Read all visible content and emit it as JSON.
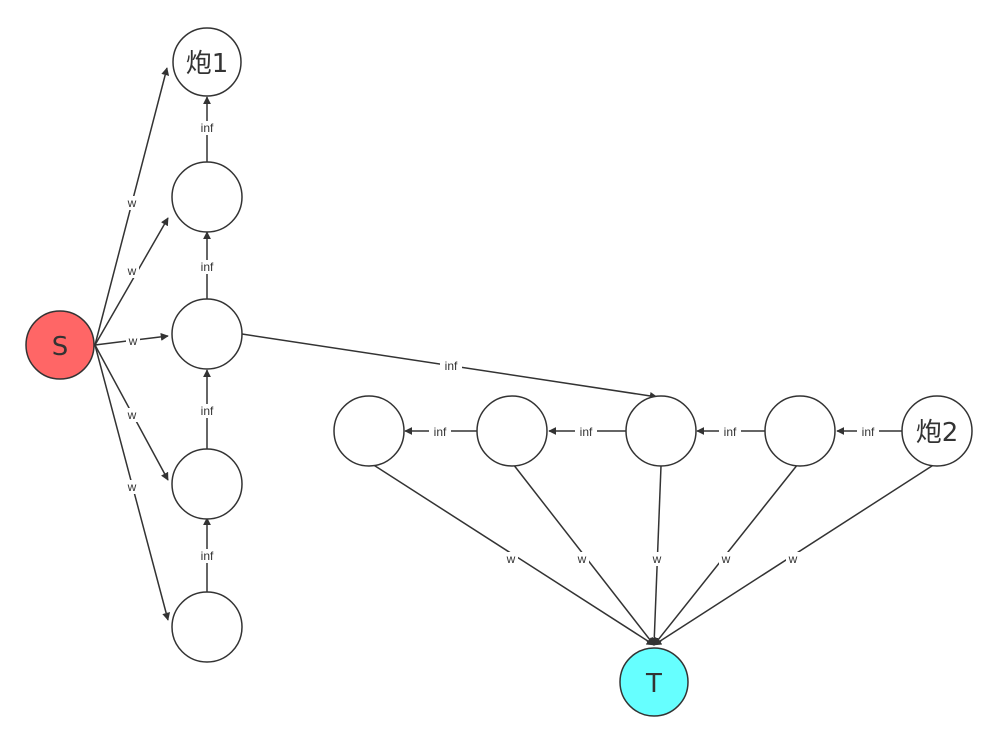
{
  "nodes": {
    "s": {
      "label": "S",
      "color": "#ff6666"
    },
    "t": {
      "label": "T",
      "color": "#66ffff"
    },
    "pao1": {
      "label": "炮1"
    },
    "pao2": {
      "label": "炮2"
    },
    "c1": {
      "label": ""
    },
    "c2": {
      "label": ""
    },
    "c3": {
      "label": ""
    },
    "c4": {
      "label": ""
    },
    "r1": {
      "label": ""
    },
    "r2": {
      "label": ""
    },
    "r3": {
      "label": ""
    },
    "r4": {
      "label": ""
    }
  },
  "edges": {
    "s_pao1": "w",
    "s_c1": "w",
    "s_c2": "w",
    "s_c3": "w",
    "s_c4": "w",
    "c1_pao1": "inf",
    "c2_c1": "inf",
    "c3_c2": "inf",
    "c4_c3": "inf",
    "c2_r3": "inf",
    "pao2_r4": "inf",
    "r4_r3": "inf",
    "r3_r2": "inf",
    "r2_r1": "inf",
    "r1_t": "w",
    "r2_t": "w",
    "r3_t": "w",
    "r4_t": "w",
    "pao2_t": "w"
  }
}
